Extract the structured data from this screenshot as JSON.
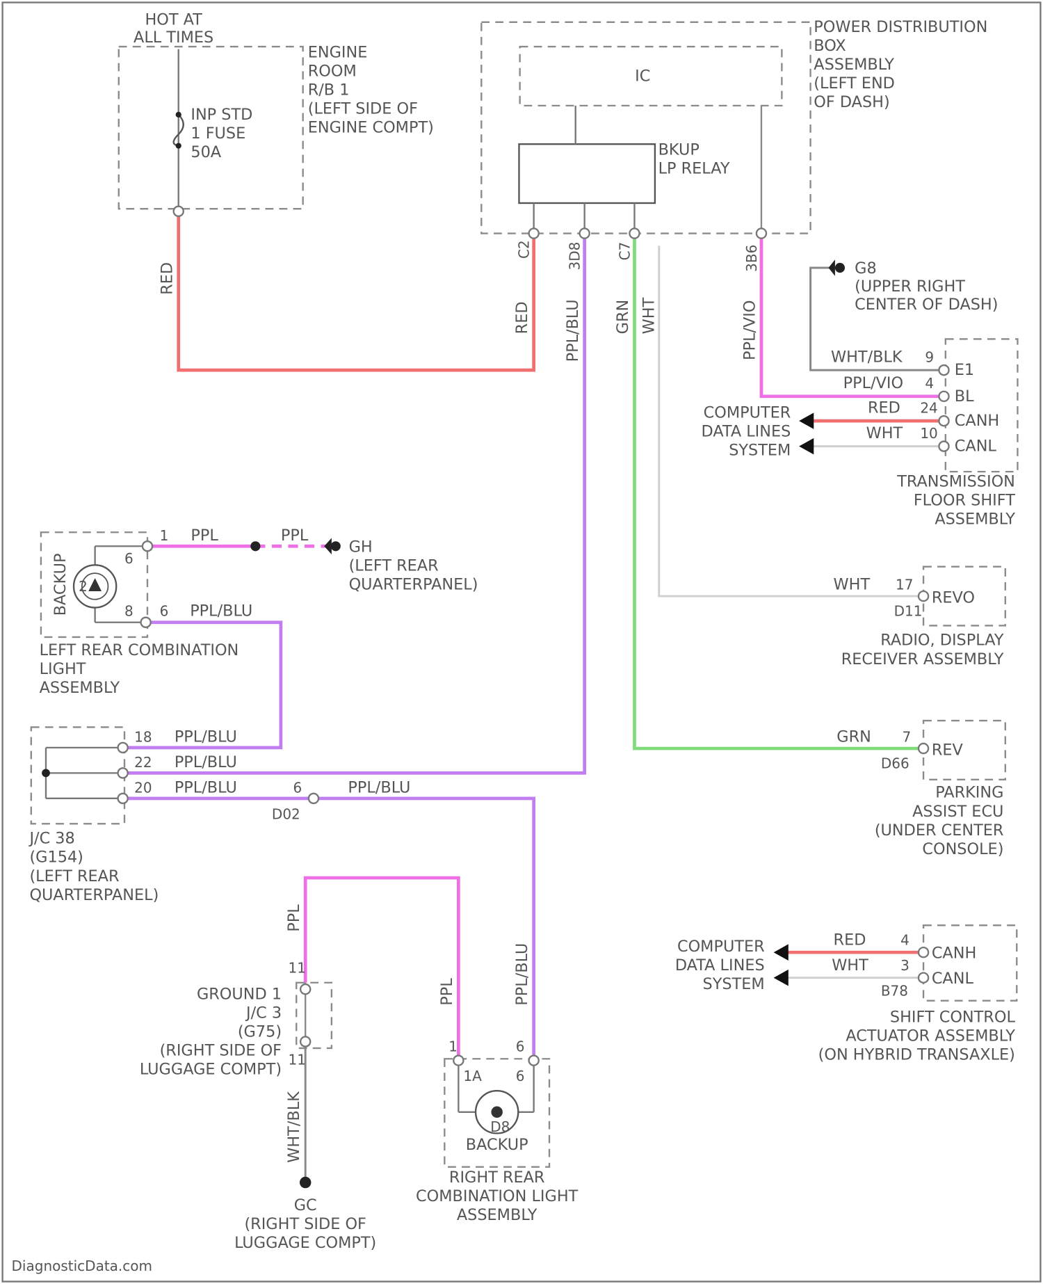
{
  "colors": {
    "red": "#f07070",
    "purple": "#c07ef0",
    "pink": "#ee6fe6",
    "green": "#7fdc79",
    "gray": "#8a8a8a",
    "white_wire": "#cfcfcf"
  },
  "labels": {
    "hot": [
      "HOT AT",
      "ALL TIMES"
    ],
    "engine_rb": [
      "ENGINE",
      "ROOM",
      "R/B 1",
      "(LEFT SIDE OF",
      "ENGINE COMPT)"
    ],
    "fuse": [
      "INP STD",
      "1 FUSE",
      "50A"
    ],
    "pdb": [
      "POWER DISTRIBUTION",
      "BOX",
      "ASSEMBLY",
      "(LEFT END",
      "OF DASH)"
    ],
    "ic": "IC",
    "relay": [
      "BKUP",
      "LP RELAY"
    ],
    "red": "RED",
    "ppl_blu": "PPL/BLU",
    "grn": "GRN",
    "wht": "WHT",
    "ppl_vio": "PPL/VIO",
    "ppl": "PPL",
    "wht_blk": "WHT/BLK",
    "g8": [
      "G8",
      "(UPPER RIGHT",
      "CENTER OF DASH)"
    ],
    "cdl": [
      "COMPUTER",
      "DATA LINES",
      "SYSTEM"
    ],
    "trans": [
      "TRANSMISSION",
      "FLOOR SHIFT",
      "ASSEMBLY"
    ],
    "trans_pins": [
      "E1",
      "BL",
      "CANH",
      "CANL"
    ],
    "trans_pin_nums": [
      "9",
      "4",
      "24",
      "10"
    ],
    "pdb_conn": [
      "C2",
      "3D8",
      "C7",
      "3B6"
    ],
    "gh": [
      "GH",
      "(LEFT REAR",
      "QUARTERPANEL)"
    ],
    "backup": "BACKUP",
    "lrcl": [
      "LEFT REAR COMBINATION",
      "LIGHT",
      "ASSEMBLY"
    ],
    "lrcl_pins": [
      "1",
      "6",
      "6",
      "8"
    ],
    "radio": [
      "RADIO, DISPLAY",
      "RECEIVER ASSEMBLY"
    ],
    "revo": "REVO",
    "radio_pins": [
      "17",
      "D11"
    ],
    "park": [
      "PARKING",
      "ASSIST ECU",
      "(UNDER CENTER",
      "CONSOLE)"
    ],
    "rev": "REV",
    "park_pins": [
      "7",
      "D66"
    ],
    "jc": [
      "J/C 38",
      "(G154)",
      "(LEFT REAR",
      "QUARTERPANEL)"
    ],
    "jc_pins": [
      "18",
      "22",
      "20"
    ],
    "conn_d": [
      "6",
      "D02"
    ],
    "ground": [
      "GROUND 1",
      "J/C 3",
      "(G75)",
      "(RIGHT SIDE OF",
      "LUGGAGE COMPT)"
    ],
    "ground_pins": [
      "11",
      "11"
    ],
    "gc": [
      "GC",
      "(RIGHT SIDE OF",
      "LUGGAGE COMPT)"
    ],
    "rrcl": [
      "RIGHT REAR",
      "COMBINATION LIGHT",
      "ASSEMBLY"
    ],
    "rrcl_pins": [
      "1",
      "6",
      "1A",
      "6"
    ],
    "rrcl_socket": "D8",
    "sca": [
      "SHIFT CONTROL",
      "ACTUATOR ASSEMBLY",
      "(ON HYBRID TRANSAXLE)"
    ],
    "sca_pins": [
      "CANH",
      "CANL"
    ],
    "sca_pin_nums": [
      "4",
      "3"
    ],
    "sca_conn": "B78",
    "bulb_num": "2",
    "watermark": "DiagnosticData.com"
  }
}
